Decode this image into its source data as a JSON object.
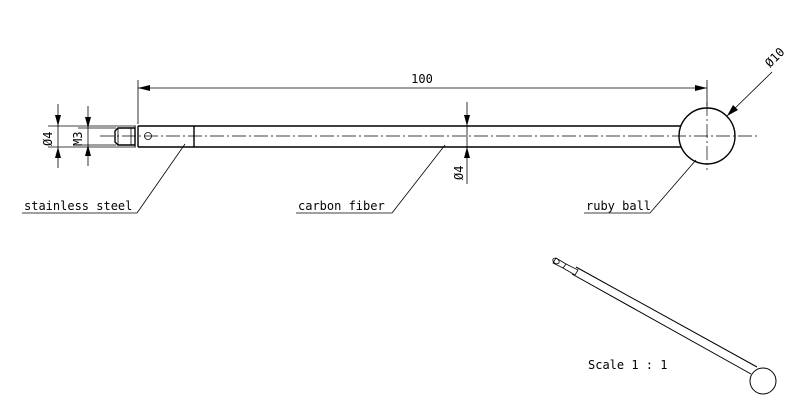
{
  "dimensions": {
    "length": "100",
    "ball_diameter": "Ø10",
    "shaft_diameter_left": "Ø4",
    "thread": "M3",
    "shaft_diameter_mid": "Ø4"
  },
  "labels": {
    "stainless_steel": "stainless steel",
    "carbon_fiber": "carbon fiber",
    "ruby_ball": "ruby ball"
  },
  "scale": "Scale 1 : 1"
}
